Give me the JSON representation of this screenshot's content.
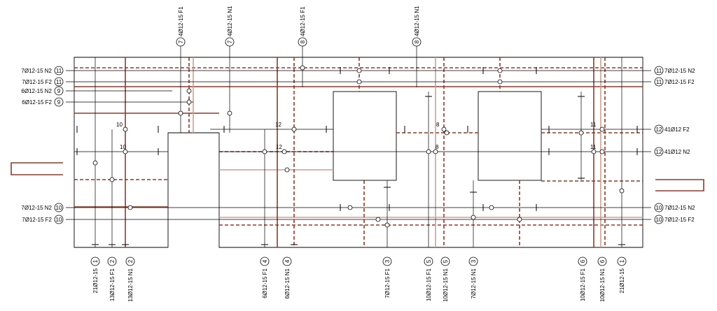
{
  "colors": {
    "rebar": "#8b3a2a",
    "rebar_light": "#c9a08f",
    "line": "#000000",
    "background": "#ffffff"
  },
  "labels_left": [
    {
      "text": "7Ø12-15 N2",
      "mark": "11"
    },
    {
      "text": "7Ø12-15 F2",
      "mark": "11"
    },
    {
      "text": "6Ø12-15 N2",
      "mark": "9"
    },
    {
      "text": "6Ø12-15 F2",
      "mark": "9"
    },
    {
      "text": "7Ø12-15 N2",
      "mark": "10"
    },
    {
      "text": "7Ø12-15 F2",
      "mark": "10"
    }
  ],
  "labels_right": [
    {
      "text": "7Ø12-15 N2",
      "mark": "11"
    },
    {
      "text": "7Ø12-15 F2",
      "mark": "11"
    },
    {
      "text": "41Ø12 F2",
      "mark": "12"
    },
    {
      "text": "41Ø12 N2",
      "mark": "12"
    },
    {
      "text": "7Ø12-15 N2",
      "mark": "10"
    },
    {
      "text": "7Ø12-15 F2",
      "mark": "10"
    }
  ],
  "labels_top": [
    {
      "text": "4Ø12-15 F1",
      "mark": "7"
    },
    {
      "text": "4Ø12-15 N1",
      "mark": "7"
    },
    {
      "text": "4Ø12-15 F1",
      "mark": "8"
    },
    {
      "text": "4Ø12-15 N1",
      "mark": "8"
    }
  ],
  "labels_bottom": [
    {
      "text": "21Ø12-15",
      "mark": "1"
    },
    {
      "text": "13Ø12-15 F1",
      "mark": "2"
    },
    {
      "text": "13Ø12-15 N1",
      "mark": "2"
    },
    {
      "text": "6Ø12-15 F1",
      "mark": "4"
    },
    {
      "text": "6Ø12-15 N1",
      "mark": "4"
    },
    {
      "text": "7Ø12-15 F1",
      "mark": "3"
    },
    {
      "text": "10Ø12-15 F1",
      "mark": "5"
    },
    {
      "text": "10Ø12-15 N1",
      "mark": "5"
    },
    {
      "text": "7Ø12-15 N1",
      "mark": "3"
    },
    {
      "text": "10Ø12-15 F1",
      "mark": "6"
    },
    {
      "text": "10Ø12-15 N1",
      "mark": "6"
    },
    {
      "text": "21Ø12-15",
      "mark": "1"
    }
  ],
  "dimensions": [
    "10",
    "10",
    "12",
    "12",
    "8",
    "8",
    "11",
    "11"
  ]
}
